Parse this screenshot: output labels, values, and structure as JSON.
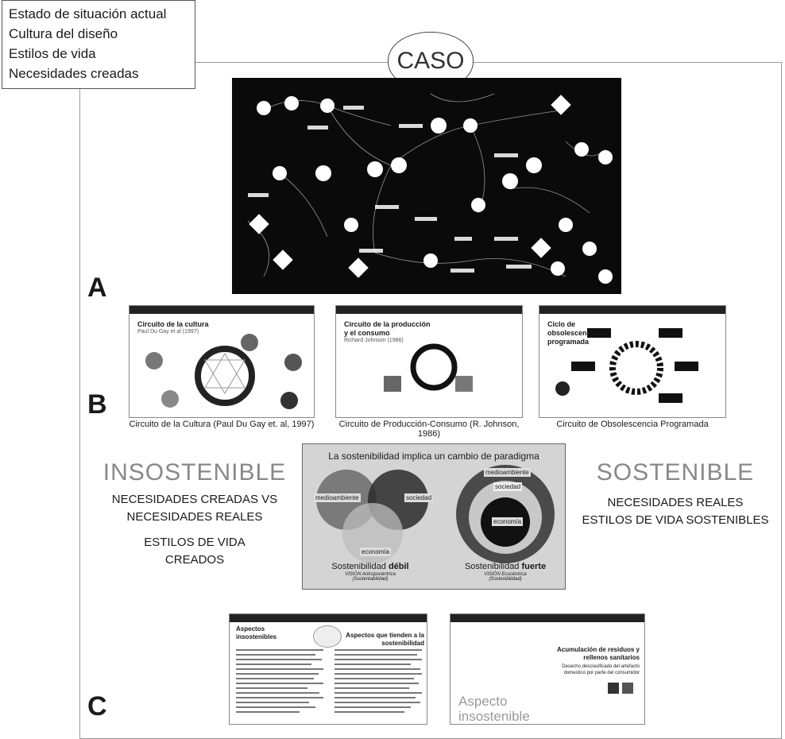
{
  "top_box": {
    "items": [
      "Estado de situación actual",
      "Cultura del diseño",
      "Estilos de vida",
      "Necesidades creadas"
    ]
  },
  "caso_label": "CASO",
  "section_letters": {
    "a": "A",
    "b": "B",
    "c": "C"
  },
  "panel_b": {
    "panels": [
      {
        "title": "Circuito de la cultura",
        "subtitle": "Paul Du Gay et al (1997)",
        "caption": "Circuito de la Cultura (Paul Du Gay et. al, 1997)"
      },
      {
        "title": "Circuito de la producción y el consumo",
        "subtitle": "Richard Johnson (1986)",
        "caption": "Circuito de Producción-Consumo (R. Johnson, 1986)"
      },
      {
        "title": "Ciclo de obsolescencia programada",
        "subtitle": "",
        "caption": "Circuito de Obsolescencia Programada"
      }
    ]
  },
  "left_block": {
    "title": "INSOSTENIBLE",
    "line1": "NECESIDADES CREADAS VS",
    "line2": "NECESIDADES REALES",
    "line3": "ESTILOS DE VIDA",
    "line4": "CREADOS"
  },
  "right_block": {
    "title": "SOSTENIBLE",
    "line1": "NECESIDADES REALES",
    "line2": "ESTILOS DE VIDA SOSTENIBLES"
  },
  "sustain": {
    "heading": "La sostenibilidad implica un cambio de paradigma",
    "weak_labels": {
      "env": "medioambiente",
      "soc": "sociedad",
      "eco": "economía"
    },
    "strong_labels": {
      "env": "medioambiente",
      "soc": "sociedad",
      "eco": "economía"
    },
    "weak_caption_a": "Sostenibilidad",
    "weak_caption_b": "débil",
    "weak_sub1": "VISIÓN Antropocéntrica",
    "weak_sub2": "(Sustentabilidad)",
    "strong_caption_a": "Sostenibilidad",
    "strong_caption_b": "fuerte",
    "strong_sub1": "VISIÓN Ecocéntrica",
    "strong_sub2": "(Sostenibilidad)"
  },
  "panel_c": {
    "left_title_a": "Aspectos insostenibles",
    "left_title_b": "Aspectos que tienden a la sostenibilidad",
    "right_heading": "Acumulación de residuos y rellenos sanitarios",
    "right_sub": "Desecho desclasificado del artefacto domestico por parte del consumidor",
    "right_big": "Aspecto insostenible"
  }
}
